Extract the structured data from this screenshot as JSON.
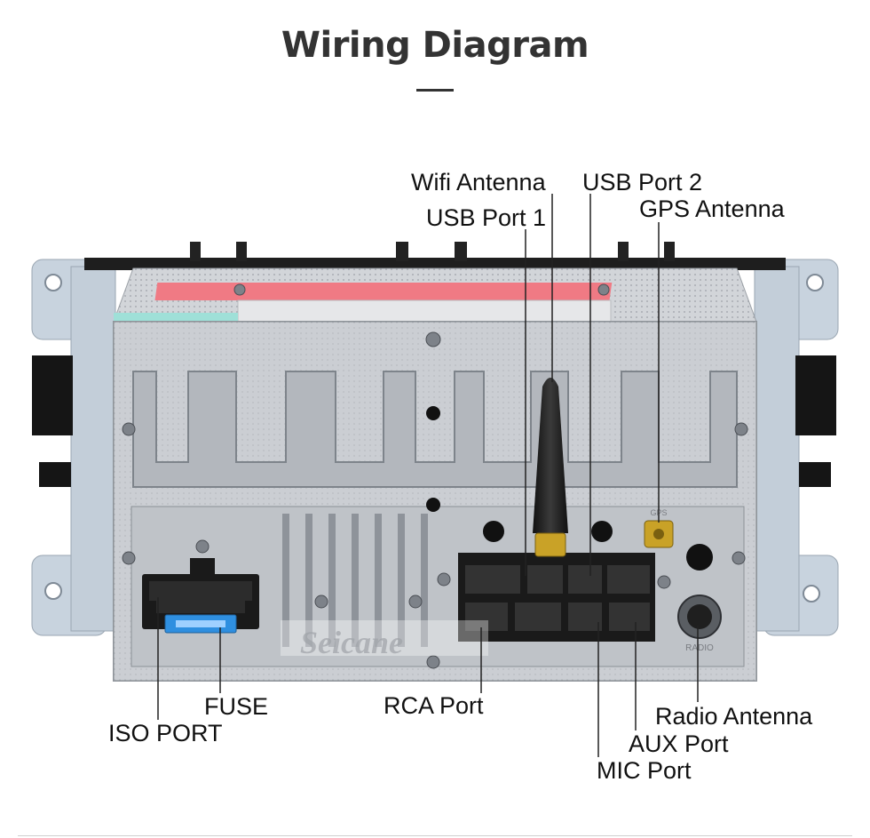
{
  "title": "Wiring Diagram",
  "watermark": "Seicane",
  "panel_marks": {
    "gps": "GPS",
    "radio": "RADIO"
  },
  "labels": {
    "wifi_antenna": "Wifi Antenna",
    "usb_port_2": "USB Port 2",
    "usb_port_1": "USB Port 1",
    "gps_antenna": "GPS Antenna",
    "fuse": "FUSE",
    "iso_port": "ISO PORT",
    "rca_port": "RCA Port",
    "radio_antenna": "Radio Antenna",
    "aux_port": "AUX Port",
    "mic_port": "MIC Port"
  },
  "colors": {
    "text": "#111111",
    "title": "#333333",
    "chassis": "#c9ccd0",
    "bracket": "#c5d0dc",
    "connector": "#1a1a1a",
    "fuse": "#2f8fe0",
    "warning_sticker": "#f07a84",
    "antenna_gold": "#c9a227"
  }
}
